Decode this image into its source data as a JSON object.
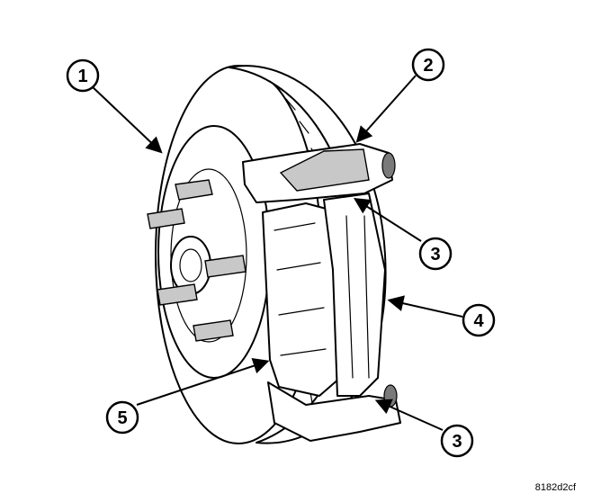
{
  "figure_id": "8182d2cf",
  "callouts": [
    {
      "label": "1"
    },
    {
      "label": "2"
    },
    {
      "label": "3"
    },
    {
      "label": "4"
    },
    {
      "label": "5"
    },
    {
      "label": "3"
    }
  ]
}
